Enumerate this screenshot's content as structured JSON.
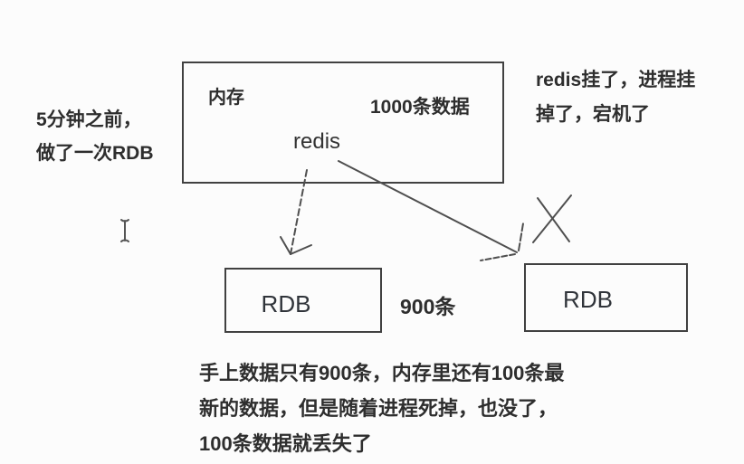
{
  "canvas": {
    "background": "#fcfcfc",
    "ink_color": "#2e2e2e",
    "line_color": "#4f4f4f",
    "border_color": "#414141"
  },
  "notes": {
    "before": {
      "line1": "5分钟之前，",
      "line2": "做了一次RDB"
    },
    "crash": {
      "line1": "redis挂了，进程挂",
      "line2": "掉了，宕机了"
    },
    "result": {
      "line1": "手上数据只有900条，内存里还有100条最",
      "line2": "新的数据，但是随着进程死掉，也没了，",
      "line3": "100条数据就丢失了"
    },
    "count_900": "900条"
  },
  "memory_box": {
    "title": "内存",
    "data_count": "1000条数据",
    "name": "redis"
  },
  "rdb_left": {
    "label": "RDB"
  },
  "rdb_right": {
    "label": "RDB"
  }
}
